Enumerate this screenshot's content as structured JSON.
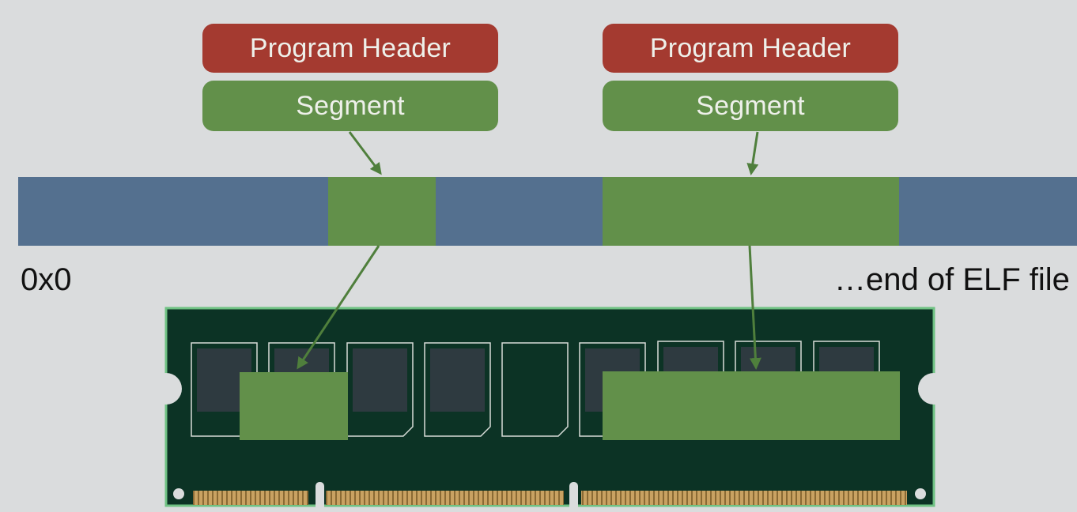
{
  "program_headers": [
    {
      "header_label": "Program Header",
      "segment_label": "Segment"
    },
    {
      "header_label": "Program Header",
      "segment_label": "Segment"
    }
  ],
  "file_bar": {
    "start_label": "0x0",
    "end_label": "…end of ELF file"
  },
  "colors": {
    "background": "#dadcdd",
    "program_header": "#a43a30",
    "segment": "#62904a",
    "file_bytes": "#54708f",
    "ram_board": "#0c3325",
    "ram_border": "#6fc283",
    "ram_chip": "#2e3a40",
    "ram_pins": "#c9a262",
    "arrow": "#4f7f3c"
  },
  "icons": {
    "memory_module": "ram-stick-icon"
  }
}
